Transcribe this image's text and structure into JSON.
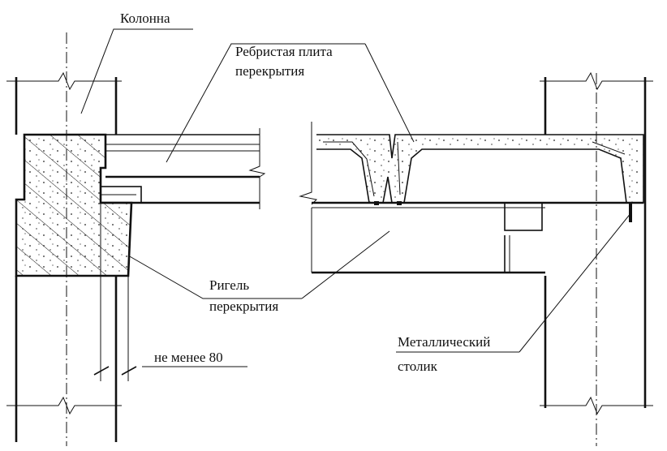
{
  "labels": {
    "column": "Колонна",
    "slab_line1": "Ребристая плита",
    "slab_line2": "перекрытия",
    "beam_line1": "Ригель",
    "beam_line2": "перекрытия",
    "dimension": "не менее 80",
    "post_line1": "Металлический",
    "post_line2": "столик"
  }
}
